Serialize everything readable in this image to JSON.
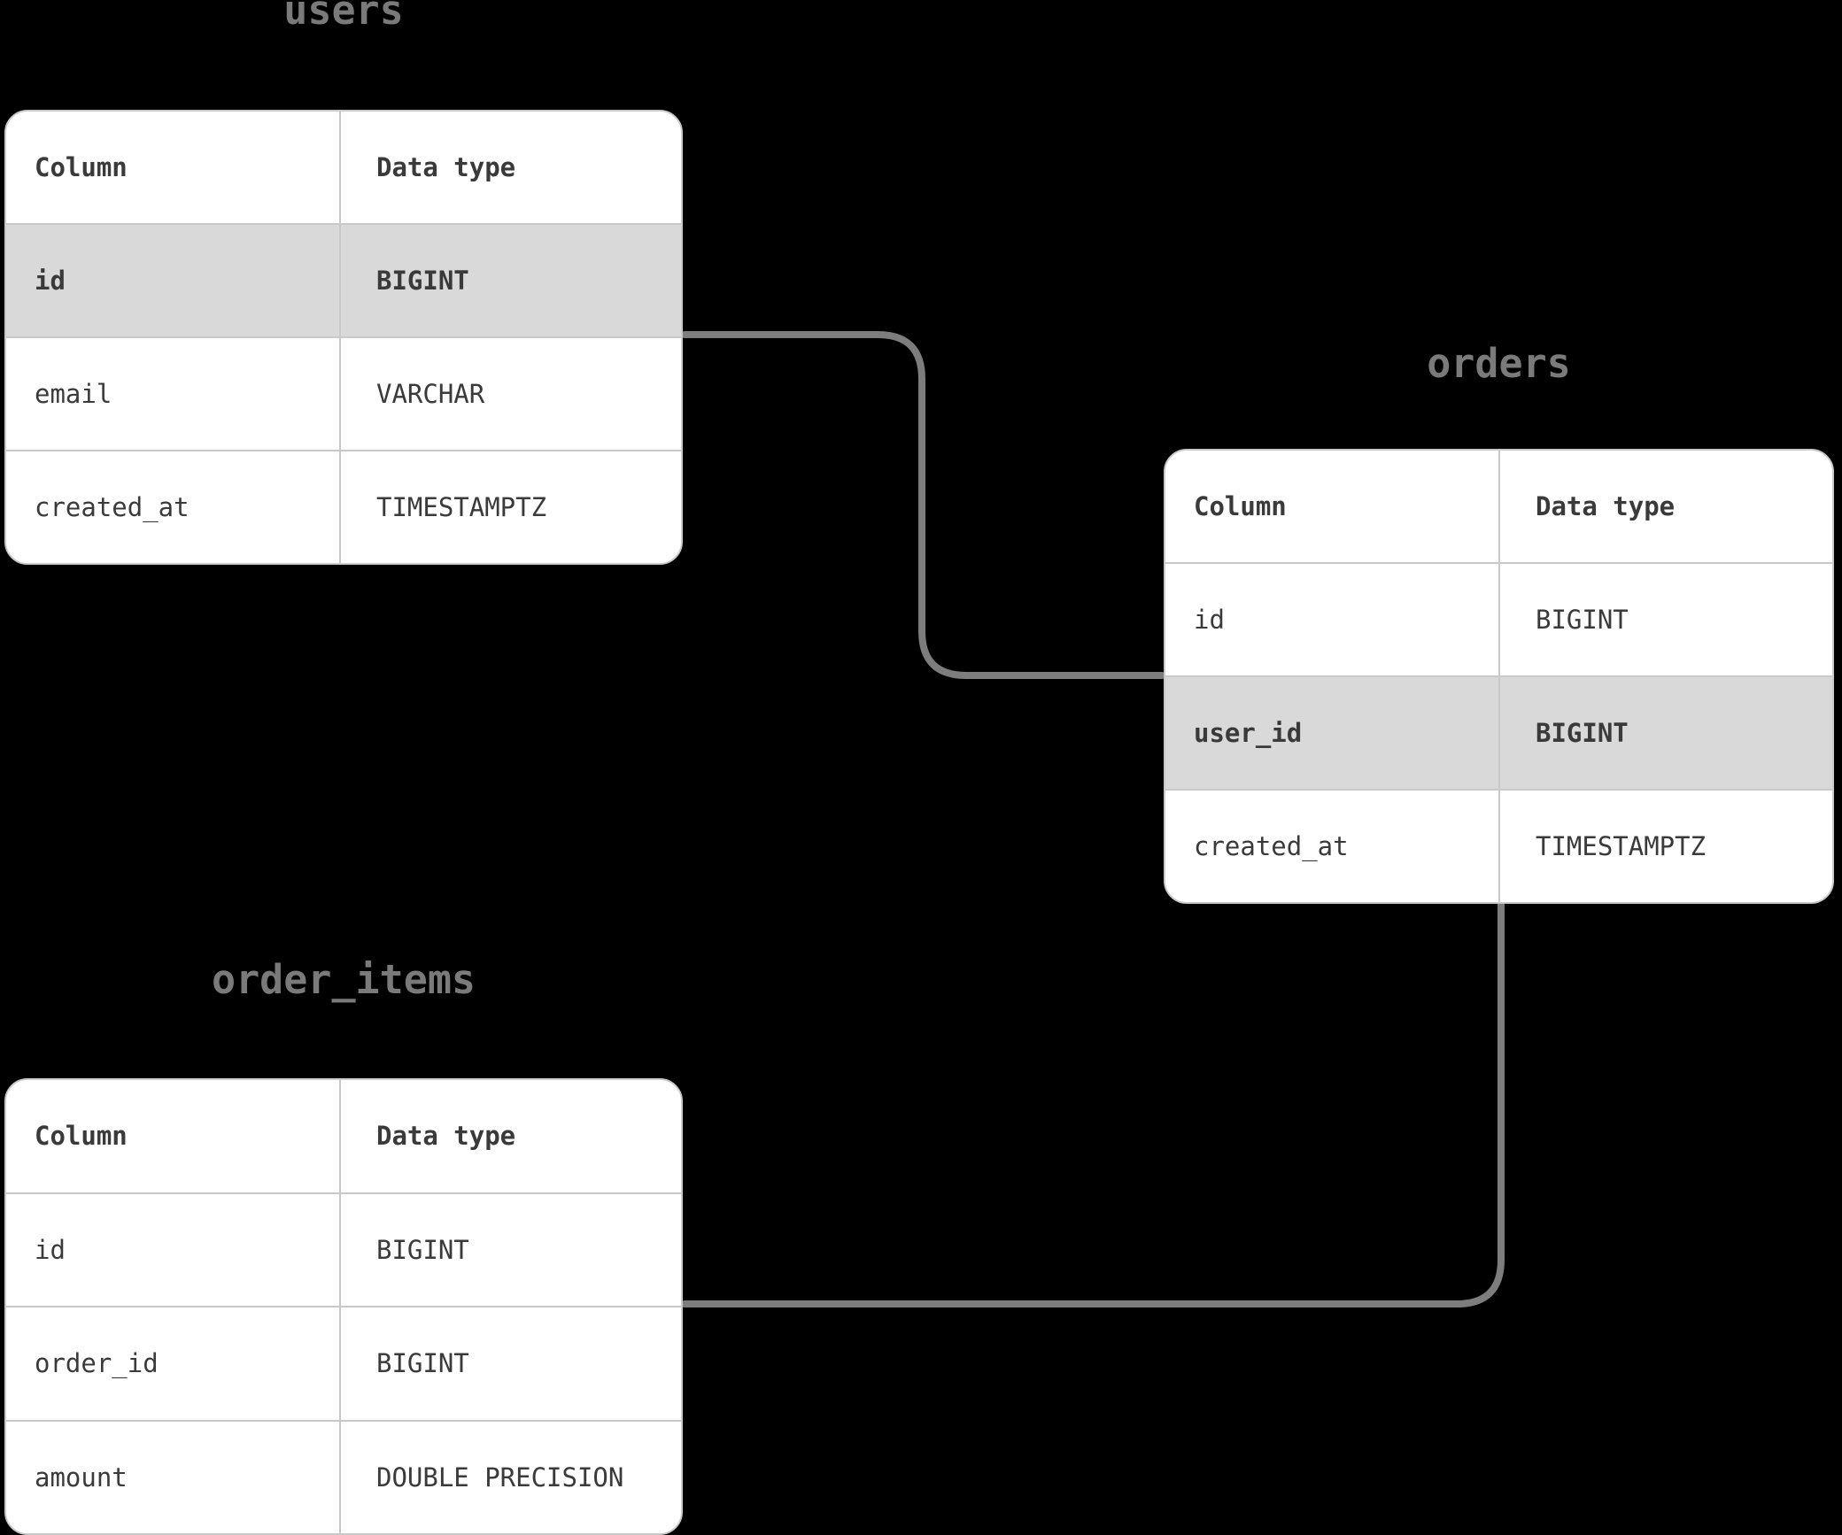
{
  "canvas": {
    "background": "#000000"
  },
  "colors": {
    "card_background": "#ffffff",
    "card_border": "#c9c9c9",
    "row_divider": "#c9c9c9",
    "highlight_row": "#d9d9d9",
    "text_dark": "#3a3a3a",
    "title_gray": "#7a7a7a",
    "connector": "#7d7d7d"
  },
  "tables": [
    {
      "title": "users",
      "headers": [
        "Column",
        "Data type"
      ],
      "rows": [
        {
          "name": "id",
          "type": "BIGINT",
          "highlighted": true
        },
        {
          "name": "email",
          "type": "VARCHAR",
          "highlighted": false
        },
        {
          "name": "created_at",
          "type": "TIMESTAMPTZ",
          "highlighted": false
        }
      ]
    },
    {
      "title": "orders",
      "headers": [
        "Column",
        "Data type"
      ],
      "rows": [
        {
          "name": "id",
          "type": "BIGINT",
          "highlighted": false
        },
        {
          "name": "user_id",
          "type": "BIGINT",
          "highlighted": true
        },
        {
          "name": "created_at",
          "type": "TIMESTAMPTZ",
          "highlighted": false
        }
      ]
    },
    {
      "title": "order_items",
      "headers": [
        "Column",
        "Data type"
      ],
      "rows": [
        {
          "name": "id",
          "type": "BIGINT",
          "highlighted": false
        },
        {
          "name": "order_id",
          "type": "BIGINT",
          "highlighted": false
        },
        {
          "name": "amount",
          "type": "DOUBLE PRECISION",
          "highlighted": false
        }
      ]
    }
  ],
  "relationships": [
    {
      "from": "users",
      "to": "orders"
    },
    {
      "from": "orders",
      "to": "order_items"
    }
  ]
}
